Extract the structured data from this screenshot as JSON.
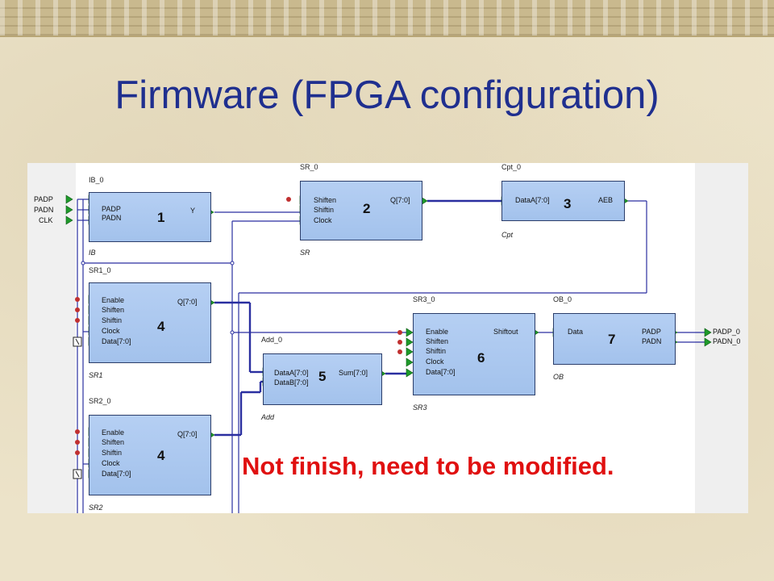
{
  "title": "Firmware (FPGA configuration)",
  "note": "Not finish, need to be modified.",
  "diagram": {
    "inputs": [
      "PADP",
      "PADN",
      "CLK"
    ],
    "outputs": [
      "PADP_0",
      "PADN_0"
    ],
    "blocks": {
      "ib": {
        "instance": "IB_0",
        "type": "IB",
        "number": "1",
        "inputs": [
          "PADP",
          "PADN"
        ],
        "output": "Y"
      },
      "sr": {
        "instance": "SR_0",
        "type": "SR",
        "number": "2",
        "inputs": [
          "Shiften",
          "Shiftin",
          "Clock"
        ],
        "output": "Q[7:0]"
      },
      "cpt": {
        "instance": "Cpt_0",
        "type": "Cpt",
        "number": "3",
        "input": "DataA[7:0]",
        "output": "AEB"
      },
      "sr1": {
        "instance": "SR1_0",
        "type": "SR1",
        "number": "4",
        "inputs": [
          "Enable",
          "Shiften",
          "Shiftin",
          "Clock",
          "Data[7:0]"
        ],
        "output": "Q[7:0]"
      },
      "sr2": {
        "instance": "SR2_0",
        "type": "SR2",
        "number": "4",
        "inputs": [
          "Enable",
          "Shiften",
          "Shiftin",
          "Clock",
          "Data[7:0]"
        ],
        "output": "Q[7:0]"
      },
      "add": {
        "instance": "Add_0",
        "type": "Add",
        "number": "5",
        "inputs": [
          "DataA[7:0]",
          "DataB[7:0]"
        ],
        "output": "Sum[7:0]"
      },
      "sr3": {
        "instance": "SR3_0",
        "type": "SR3",
        "number": "6",
        "inputs": [
          "Enable",
          "Shiften",
          "Shiftin",
          "Clock",
          "Data[7:0]"
        ],
        "output": "Shiftout"
      },
      "ob": {
        "instance": "OB_0",
        "type": "OB",
        "number": "7",
        "input": "Data",
        "outputs": [
          "PADP",
          "PADN"
        ]
      }
    }
  },
  "colors": {
    "title": "#1f2f8f",
    "note": "#e01010",
    "block_fill": "#a8c6ef",
    "wire": "#2a2fa0",
    "port": "#1f9a2a"
  }
}
